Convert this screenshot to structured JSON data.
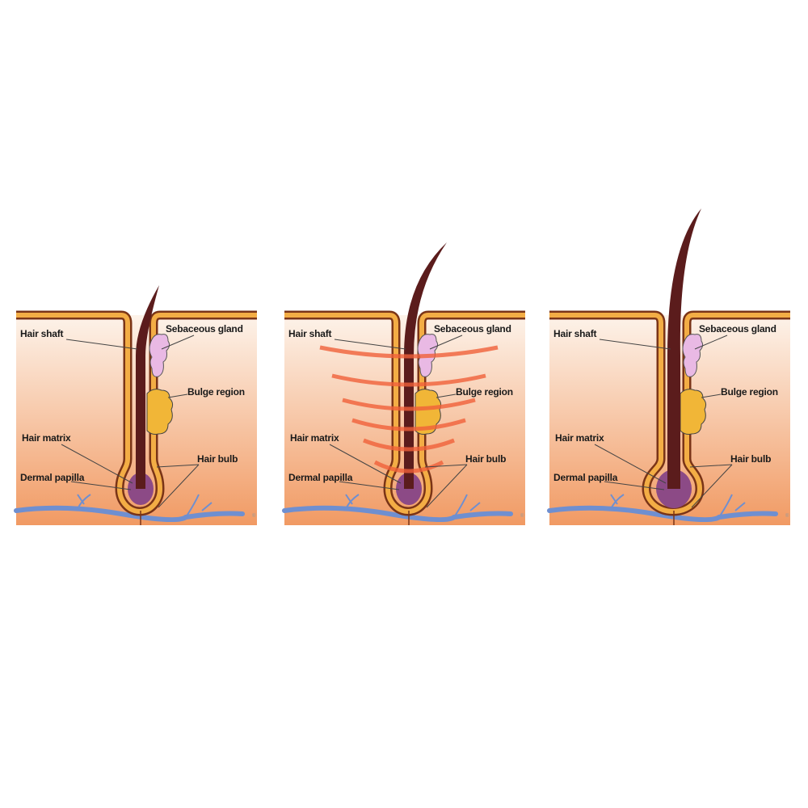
{
  "title": "Hair follicle growth stages",
  "colors": {
    "skin_top": "#fdf3ea",
    "skin_bottom": "#f19a63",
    "band": "#f3ad45",
    "band_edge": "#7a3417",
    "hair": "#5b1c1c",
    "papilla": "#8c4a86",
    "gland": "#e9b9e4",
    "bulge": "#f1b637",
    "vessel": "#6f8fd0",
    "heat": "#f0603a"
  },
  "panels": [
    {
      "hair_shaft": "Hair shaft",
      "sebaceous_gland": "Sebaceous gland",
      "bulge_region": "Bulge region",
      "hair_matrix": "Hair matrix",
      "hair_bulb": "Hair bulb",
      "dermal_papilla": "Dermal papilla",
      "heat_waves": false
    },
    {
      "hair_shaft": "Hair shaft",
      "sebaceous_gland": "Sebaceous gland",
      "bulge_region": "Bulge region",
      "hair_matrix": "Hair matrix",
      "hair_bulb": "Hair bulb",
      "dermal_papilla": "Dermal papilla",
      "heat_waves": true
    },
    {
      "hair_shaft": "Hair shaft",
      "sebaceous_gland": "Sebaceous gland",
      "bulge_region": "Bulge region",
      "hair_matrix": "Hair matrix",
      "hair_bulb": "Hair bulb",
      "dermal_papilla": "Dermal papilla",
      "heat_waves": false
    }
  ]
}
